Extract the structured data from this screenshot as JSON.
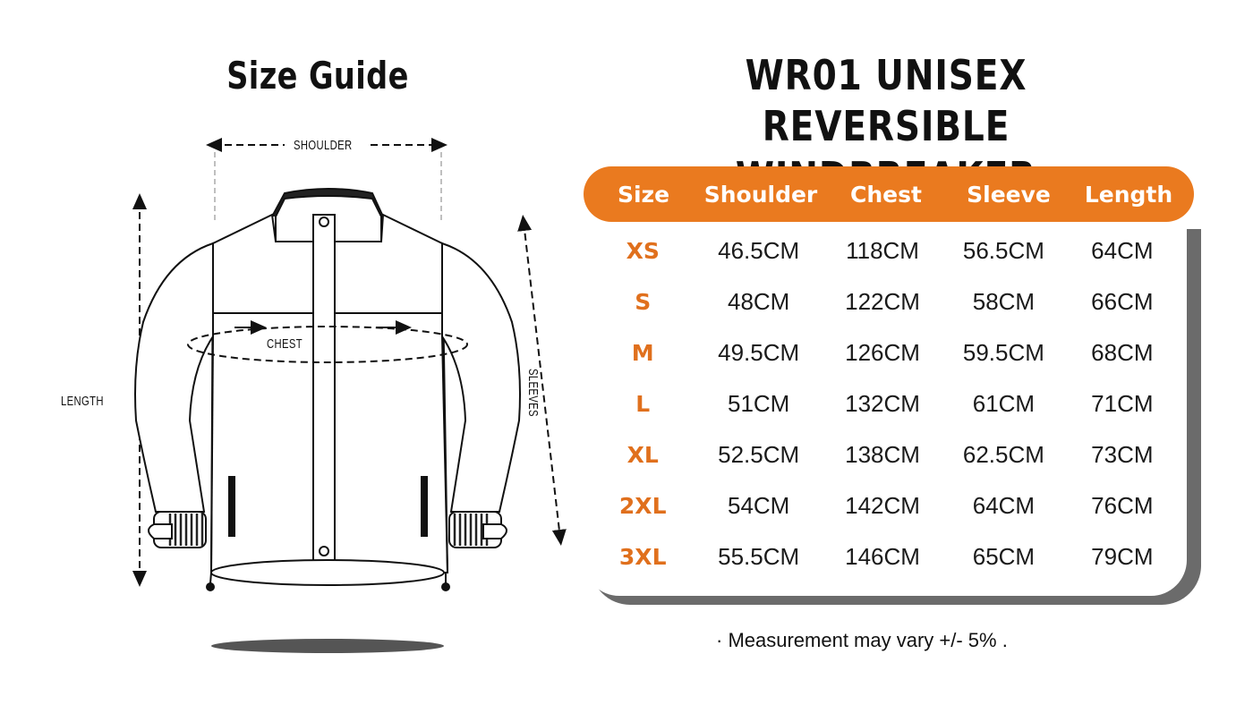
{
  "guide_title": "Size Guide",
  "product_title": [
    "WR01 UNISEX REVERSIBLE",
    "WINDBREAKER"
  ],
  "diagram_labels": {
    "shoulder": "SHOULDER",
    "chest": "CHEST",
    "length": "LENGTH",
    "sleeves": "SLEEVES"
  },
  "table": {
    "headers": [
      "Size",
      "Shoulder",
      "Chest",
      "Sleeve",
      "Length"
    ],
    "rows": [
      [
        "XS",
        "46.5CM",
        "118CM",
        "56.5CM",
        "64CM"
      ],
      [
        "S",
        "48CM",
        "122CM",
        "58CM",
        "66CM"
      ],
      [
        "M",
        "49.5CM",
        "126CM",
        "59.5CM",
        "68CM"
      ],
      [
        "L",
        "51CM",
        "132CM",
        "61CM",
        "71CM"
      ],
      [
        "XL",
        "52.5CM",
        "138CM",
        "62.5CM",
        "73CM"
      ],
      [
        "2XL",
        "54CM",
        "142CM",
        "64CM",
        "76CM"
      ],
      [
        "3XL",
        "55.5CM",
        "146CM",
        "65CM",
        "79CM"
      ]
    ]
  },
  "note": "· Measurement may vary +/- 5% .",
  "colors": {
    "accent": "#ea7a1f",
    "size_text": "#e0701d",
    "shadow": "#6b6b6b"
  },
  "icons": {
    "jacket": "jacket-outline-icon"
  }
}
